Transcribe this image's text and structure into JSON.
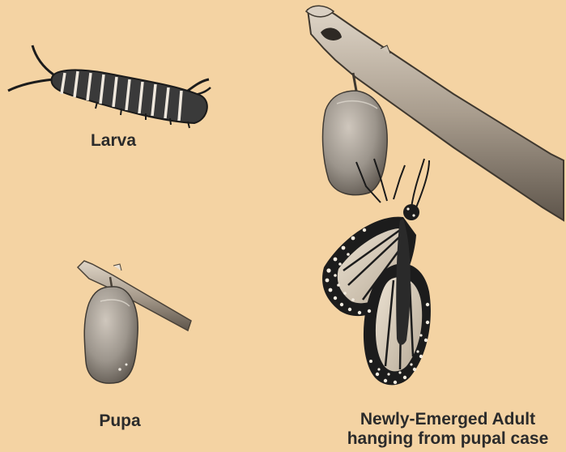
{
  "diagram": {
    "labels": {
      "larva": "Larva",
      "pupa": "Pupa",
      "adult_line1": "Newly-Emerged Adult",
      "adult_line2": "hanging from pupal case"
    },
    "colors": {
      "background": "#f4d3a3",
      "ink": "#2b2b2b",
      "branch": "#b7ab9c",
      "chrysalis": "#9c958c",
      "wing_light": "#d6c8b4"
    },
    "icons": [
      "caterpillar-icon",
      "chrysalis-icon",
      "branch-icon",
      "butterfly-icon"
    ]
  }
}
